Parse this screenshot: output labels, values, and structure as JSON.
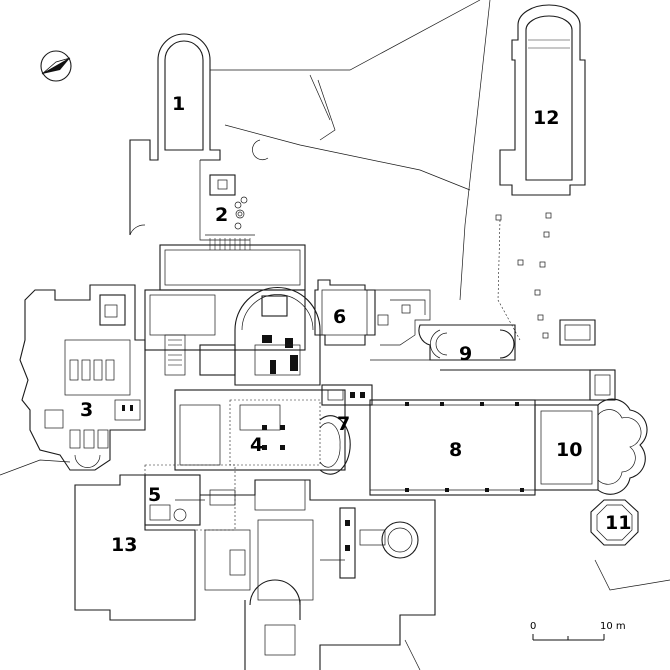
{
  "plan": {
    "labels": [
      "1",
      "2",
      "3",
      "4",
      "5",
      "6",
      "7",
      "8",
      "9",
      "10",
      "11",
      "12",
      "13"
    ],
    "scale": {
      "start": "0",
      "end": "10 m"
    }
  }
}
